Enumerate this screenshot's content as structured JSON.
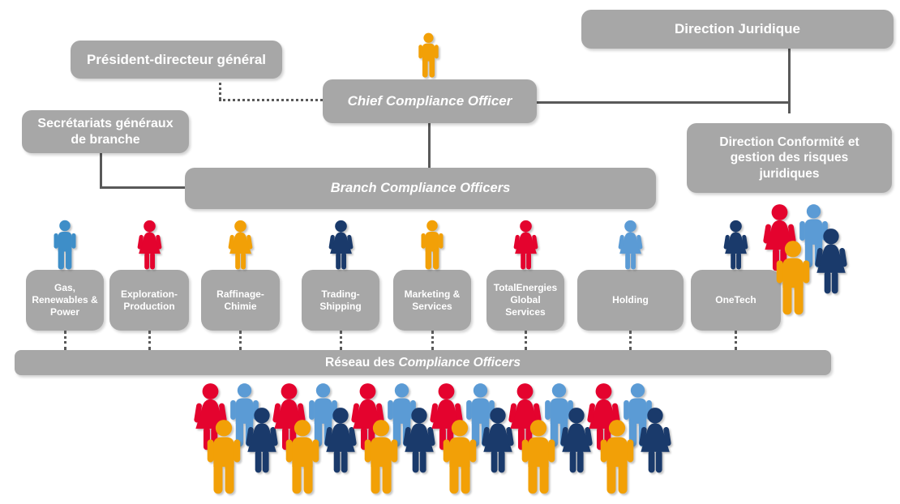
{
  "colors": {
    "box_gray": "#A7A7A7",
    "connector_gray": "#595959",
    "text_white": "#FFFFFF",
    "person_red": "#E4032E",
    "person_blue": "#3E8EC8",
    "person_lightblue": "#5B9BD5",
    "person_navy": "#1A3A6B",
    "person_orange": "#F2A007"
  },
  "nodes": {
    "president": {
      "label": "Président-directeur général"
    },
    "direction_juridique": {
      "label": "Direction Juridique"
    },
    "chief_compliance_officer": {
      "label": "Chief Compliance Officer",
      "person": "orange male figure"
    },
    "secretariats": {
      "label": "Secrétariats généraux de branche",
      "lines": [
        "Secrétariats généraux",
        "de branche"
      ]
    },
    "direction_conformite": {
      "label": "Direction Conformité et gestion des risques juridiques",
      "lines": [
        "Direction Conformité et",
        "gestion des risques",
        "juridiques"
      ]
    },
    "branch_bar": {
      "label": "Branch Compliance Officers"
    },
    "reseau_bar": {
      "label": "Réseau des Compliance Officers",
      "prefix": "Réseau des",
      "italic_part": "Compliance Officers"
    }
  },
  "branches": [
    {
      "label": "Gas, Renewables & Power",
      "person": "blue male figure"
    },
    {
      "label": "Exploration-Production",
      "person": "red female figure"
    },
    {
      "label": "Raffinage-Chimie",
      "person": "orange female figure"
    },
    {
      "label": "Trading-Shipping",
      "person": "navy female figure"
    },
    {
      "label": "Marketing & Services",
      "person": "orange male figure"
    },
    {
      "label": "TotalEnergies Global Services",
      "person": "red female figure"
    },
    {
      "label": "Holding",
      "person": "light-blue female figure"
    },
    {
      "label": "OneTech",
      "person": "navy female figure"
    }
  ],
  "people_groups": {
    "conformite_team": {
      "members": [
        "red female",
        "light-blue male",
        "orange male",
        "navy female"
      ]
    },
    "network_crowd": {
      "group_count": 6,
      "members_per_group": [
        "red female",
        "light-blue male",
        "orange male",
        "navy female"
      ]
    }
  }
}
